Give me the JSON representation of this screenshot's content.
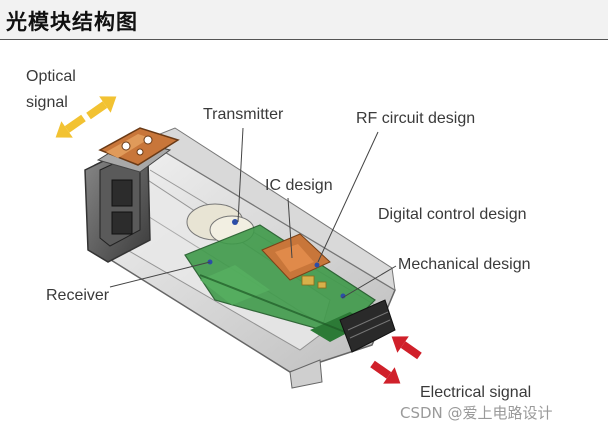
{
  "header": {
    "title": "光模块结构图"
  },
  "labels": {
    "optical_line1": "Optical",
    "optical_line2": "signal",
    "transmitter": "Transmitter",
    "rf_circuit": "RF circuit design",
    "ic_design": "IC design",
    "digital_control": "Digital control design",
    "mechanical": "Mechanical design",
    "receiver": "Receiver",
    "electrical": "Electrical signal"
  },
  "watermark": "CSDN @爱上电路设计",
  "colors": {
    "optical_arrow": "#f2c232",
    "electrical_arrow": "#d0202a",
    "pcb_green": "#3f9a4a",
    "copper": "#c8763a"
  }
}
